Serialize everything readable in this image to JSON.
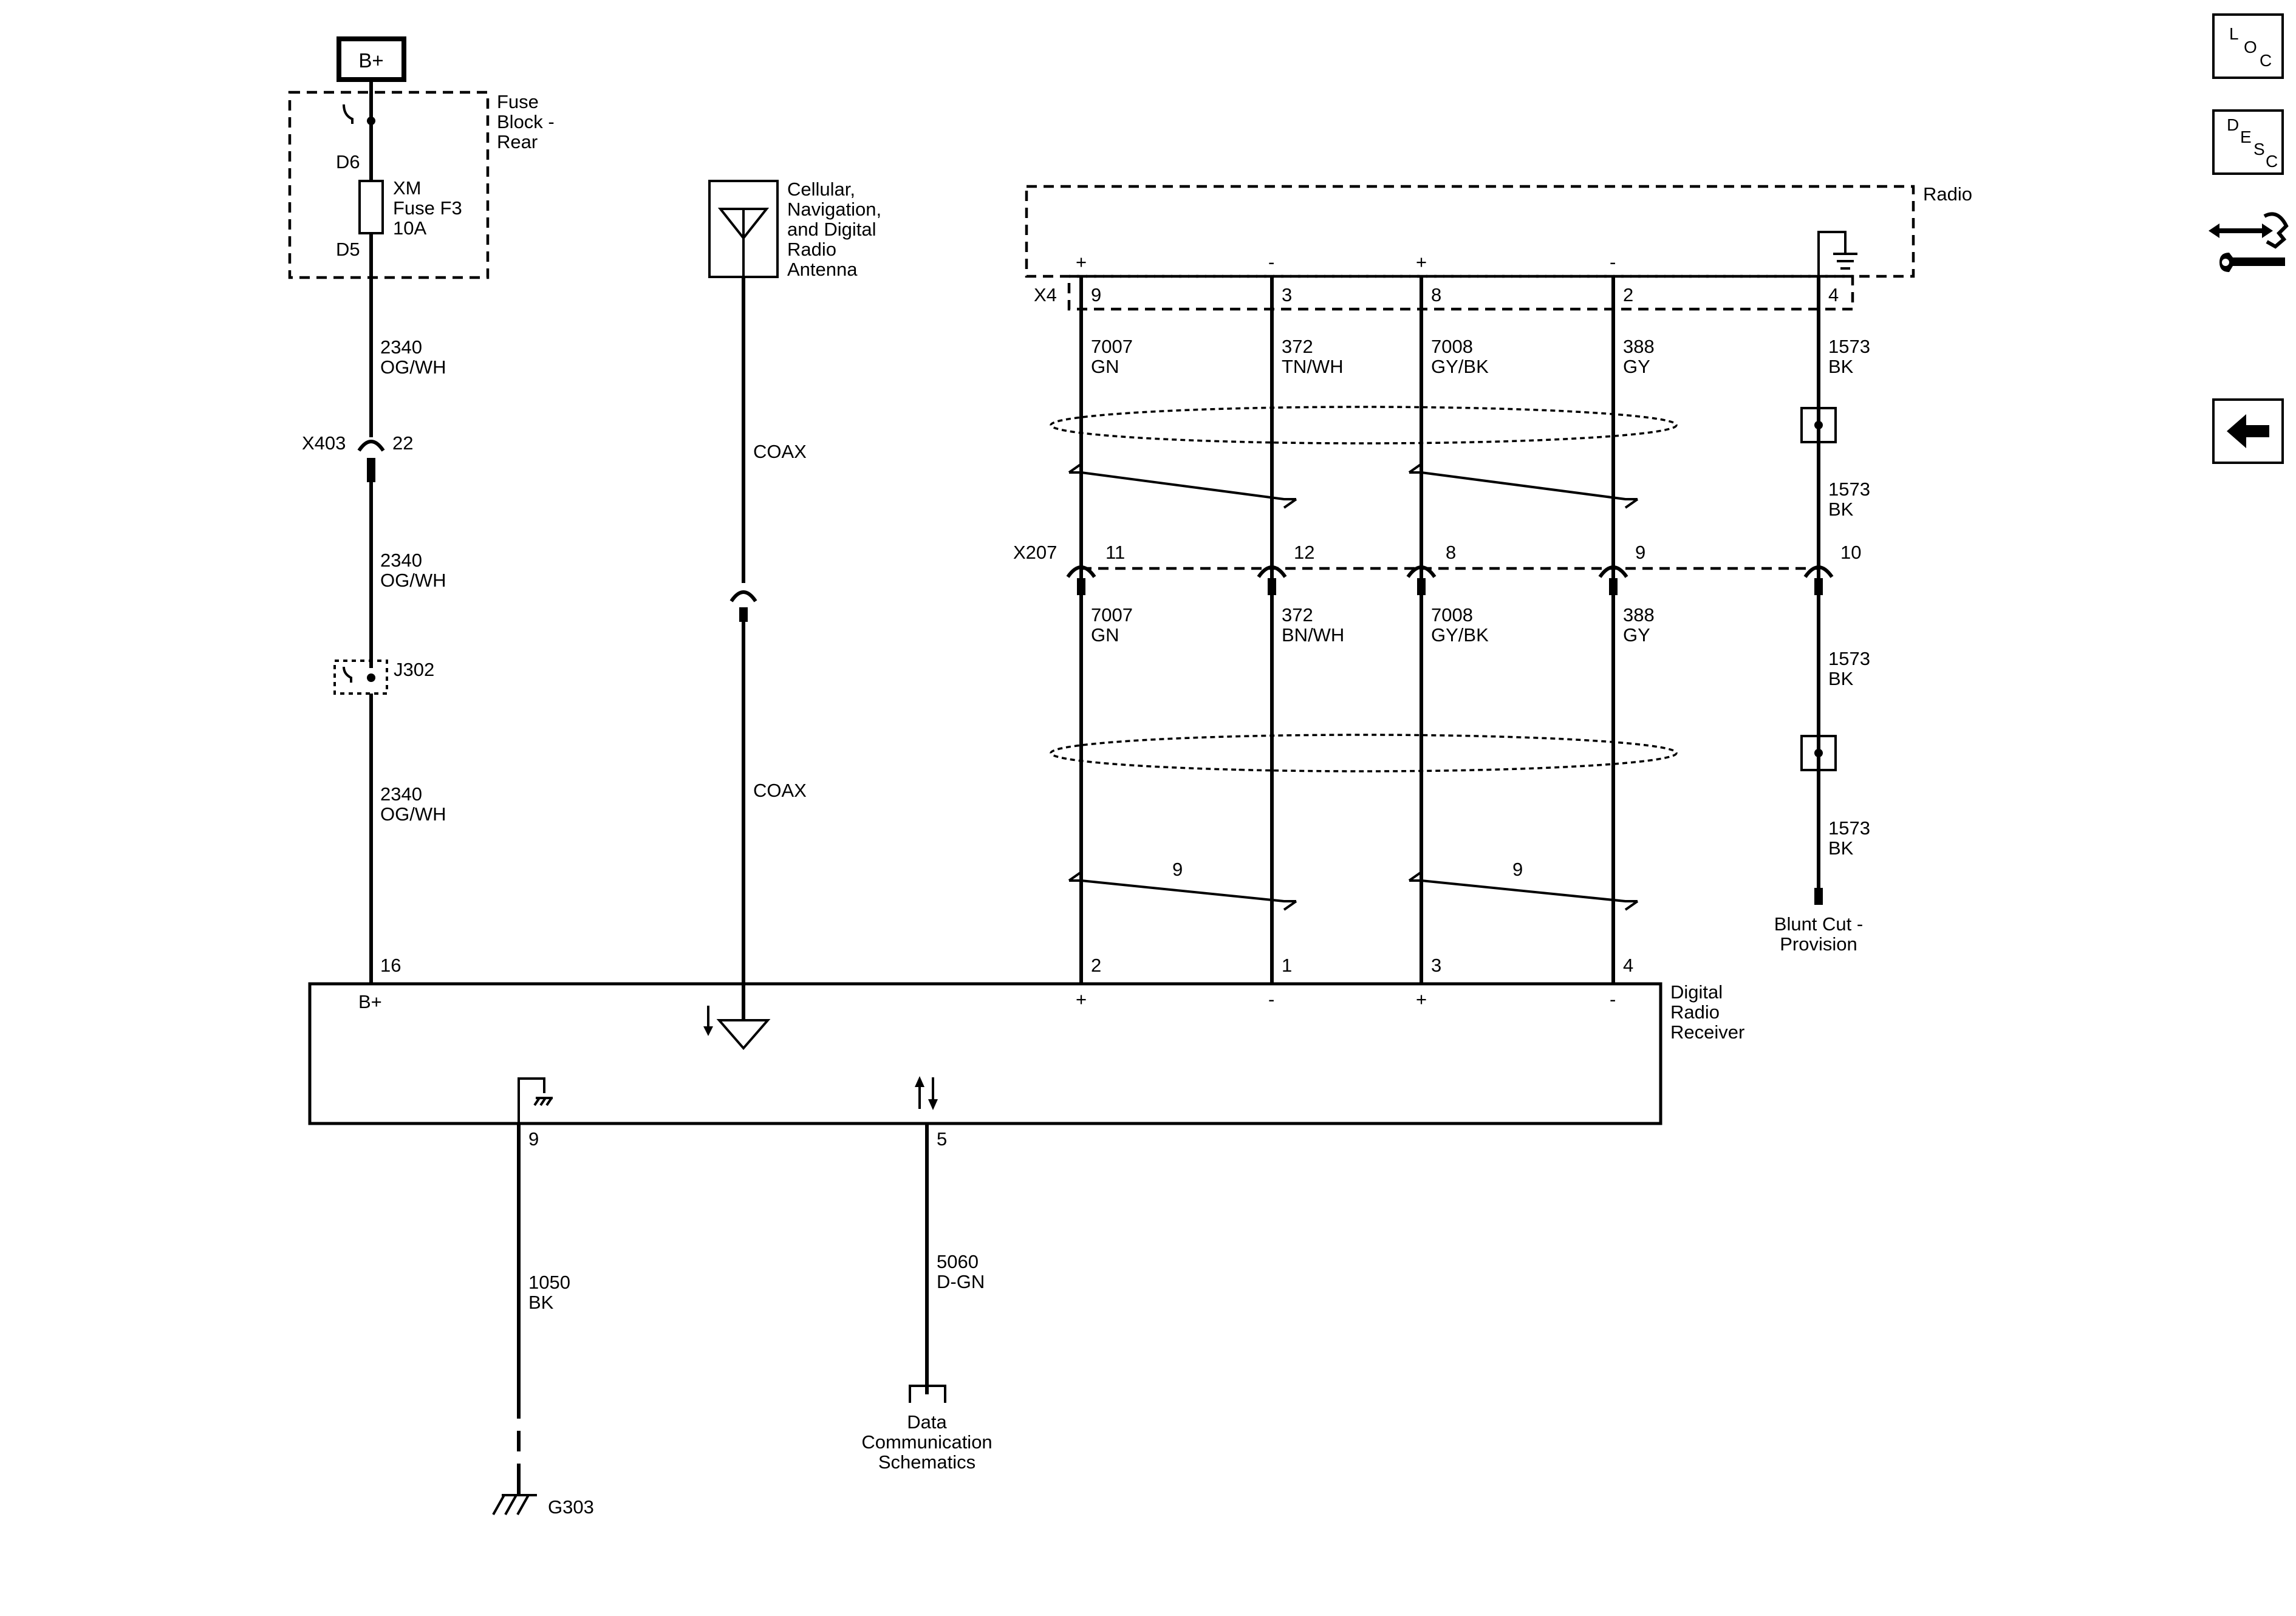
{
  "power": {
    "bplus_label": "B+",
    "fuse_block_label": [
      "Fuse",
      "Block -",
      "Rear"
    ],
    "fuse_pin_in": "D6",
    "fuse_pin_out": "D5",
    "fuse_label": [
      "XM",
      "Fuse F3",
      "10A"
    ],
    "wire1": [
      "2340",
      "OG/WH"
    ],
    "connector_x403": "X403",
    "x403_pin": "22",
    "wire2": [
      "2340",
      "OG/WH"
    ],
    "splice": "J302",
    "wire3": [
      "2340",
      "OG/WH"
    ],
    "receiver_pin": "16",
    "receiver_pin_label": "B+"
  },
  "antenna": {
    "label": [
      "Cellular,",
      "Navigation,",
      "and Digital",
      "Radio",
      "Antenna"
    ],
    "coax1": "COAX",
    "coax2": "COAX"
  },
  "radio": {
    "label": "Radio",
    "connector": "X4",
    "polarity": [
      "+",
      "-",
      "+",
      "-"
    ],
    "pins": [
      "9",
      "3",
      "8",
      "2",
      "4"
    ],
    "wires_top": [
      [
        "7007",
        "GN"
      ],
      [
        "372",
        "TN/WH"
      ],
      [
        "7008",
        "GY/BK"
      ],
      [
        "388",
        "GY"
      ],
      [
        "1573",
        "BK"
      ]
    ],
    "drain_mid": [
      "1573",
      "BK"
    ]
  },
  "inline_connector": {
    "label": "X207",
    "pins": [
      "11",
      "12",
      "8",
      "9",
      "10"
    ],
    "wires_bottom": [
      [
        "7007",
        "GN"
      ],
      [
        "372",
        "BN/WH"
      ],
      [
        "7008",
        "GY/BK"
      ],
      [
        "388",
        "GY"
      ],
      [
        "1573",
        "BK"
      ]
    ],
    "drain_low": [
      "1573",
      "BK"
    ],
    "twist_label": "9",
    "blunt_cut": [
      "Blunt Cut -",
      "Provision"
    ]
  },
  "receiver": {
    "label": [
      "Digital",
      "Radio",
      "Receiver"
    ],
    "pins_top": [
      "2",
      "1",
      "3",
      "4"
    ],
    "polarity": [
      "+",
      "-",
      "+",
      "-"
    ],
    "ground_pin": "9",
    "ground_wire": [
      "1050",
      "BK"
    ],
    "ground_label": "G303",
    "data_pin": "5",
    "data_wire": [
      "5060",
      "D-GN"
    ],
    "data_label": [
      "Data",
      "Communication",
      "Schematics"
    ]
  },
  "nav": {
    "loc": [
      "L",
      "O",
      "C"
    ],
    "desc": [
      "D",
      "E",
      "S",
      "C"
    ]
  }
}
